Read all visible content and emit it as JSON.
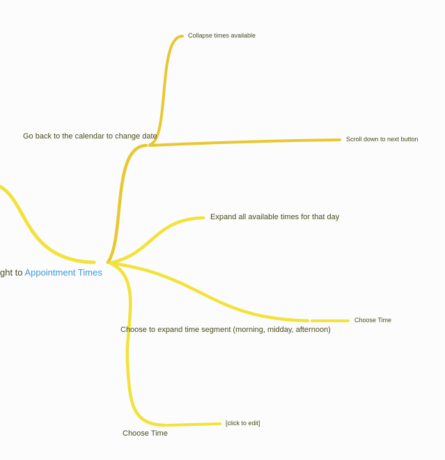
{
  "colors": {
    "branch_dark": "#e8c832",
    "branch_light": "#f2e23a",
    "text": "#4a4a1e",
    "accent": "#3a9ad9"
  },
  "root": {
    "prefix": "ght to ",
    "accent_text": "Appointment Times"
  },
  "nodes": {
    "collapse_times": "Collapse times available",
    "go_back_calendar": "Go back to the calendar to change date",
    "scroll_down": "Scroll down to next button",
    "expand_all_times": "Expand all available times for that day",
    "choose_time_right": "Choose Time",
    "choose_expand_segment": "Choose to expand time segment (morning, midday, afternoon)",
    "choose_time_bottom": "Choose Time",
    "click_to_edit": "[click to edit]"
  }
}
